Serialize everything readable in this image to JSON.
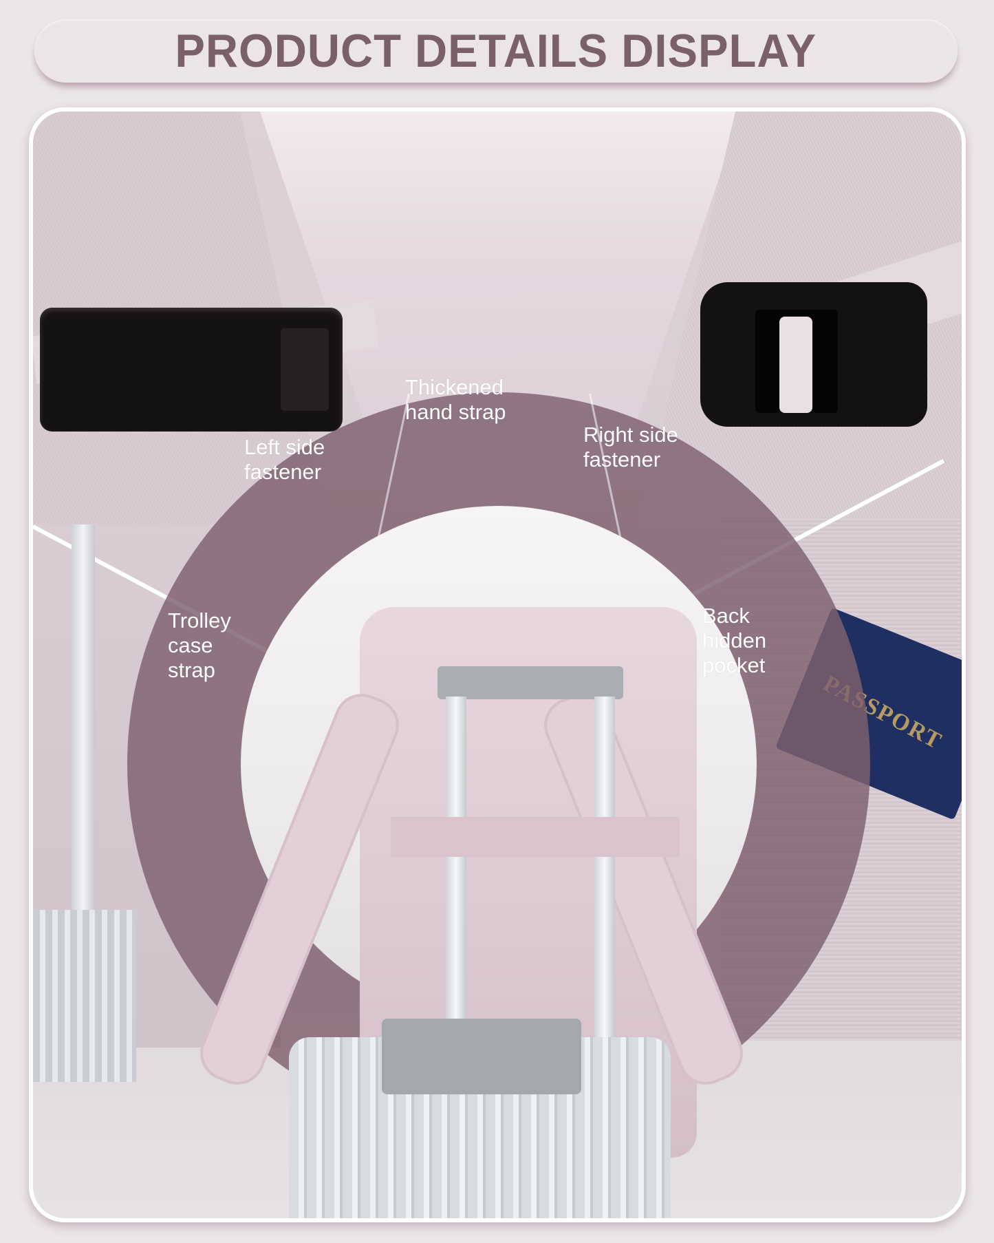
{
  "header": {
    "title": "PRODUCT DETAILS DISPLAY"
  },
  "colors": {
    "background": "#ece6e9",
    "title_text": "#7a6169",
    "overlay_ring": "#7e606e",
    "label_text": "#ffffff",
    "product_pink": "#e2cfd7"
  },
  "features": [
    {
      "id": "left-side-fastener",
      "lines": [
        "Left side",
        "fastener"
      ]
    },
    {
      "id": "thickened-hand-strap",
      "lines": [
        "Thickened",
        "hand strap"
      ]
    },
    {
      "id": "right-side-fastener",
      "lines": [
        "Right side",
        "fastener"
      ]
    },
    {
      "id": "trolley-case-strap",
      "lines": [
        "Trolley",
        "case",
        "strap"
      ]
    },
    {
      "id": "back-hidden-pocket",
      "lines": [
        "Back",
        "hidden",
        "pocket"
      ]
    }
  ],
  "decor": {
    "passport_text": "PASSPORT"
  }
}
